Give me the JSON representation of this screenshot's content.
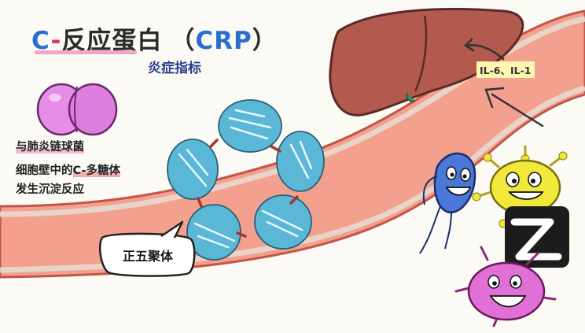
{
  "title": {
    "c": "C",
    "dash": "-",
    "name": "反应蛋白",
    "paren_open": "（",
    "abbr": "CRP",
    "paren_close": "）"
  },
  "subtitle": "炎症指标",
  "interleukins": "IL-6、IL-1",
  "note_pneumococcus": "与肺炎链球菌",
  "note_line2_prefix": "细胞壁中的",
  "note_polysaccharide": "C-多糖体",
  "note_line3": "发生沉淀反应",
  "pentamer_label": "正五聚体",
  "colors": {
    "vessel_fill": "#f4a08e",
    "vessel_edge": "#c2564a",
    "liver": "#b25a4e",
    "protein": "#5bb7d6",
    "bacterium_pink": "#e58ee6",
    "microbe_blue": "#4a77d8",
    "microbe_yellow": "#f0e83a",
    "microbe_magenta": "#e070d6"
  }
}
